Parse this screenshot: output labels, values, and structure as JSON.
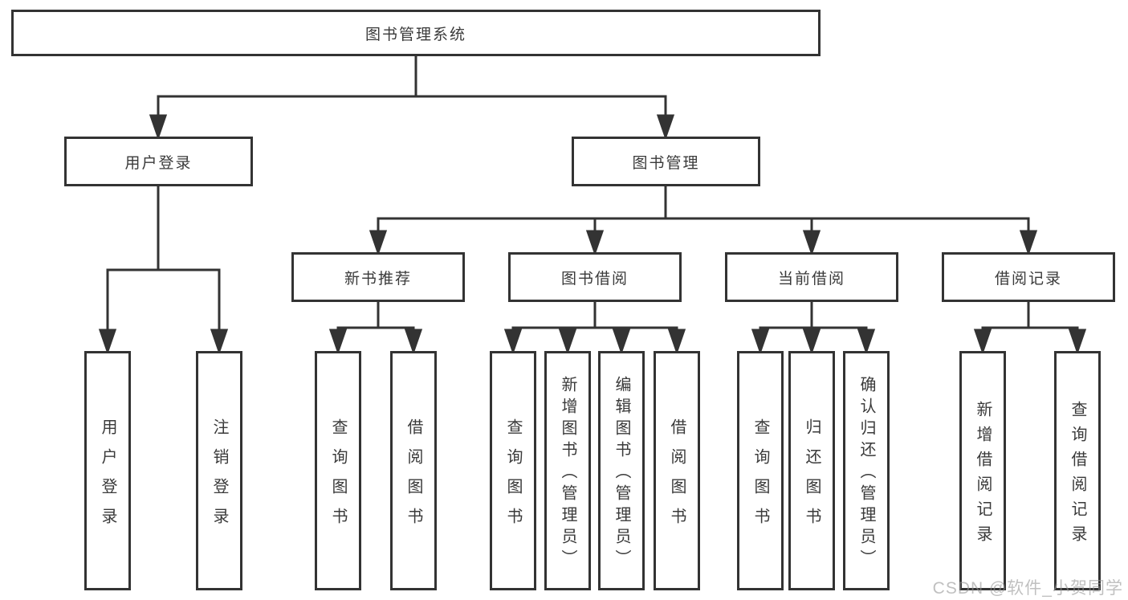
{
  "diagram": {
    "root": "图书管理系统",
    "level2": {
      "login": "用户登录",
      "manage": "图书管理"
    },
    "level3": [
      "新书推荐",
      "图书借阅",
      "当前借阅",
      "借阅记录"
    ],
    "leaves": {
      "login_children": [
        "用户登录",
        "注销登录"
      ],
      "new_book_children": [
        "查询图书",
        "借阅图书"
      ],
      "borrow_children": [
        "查询图书",
        "新增图书（管理员）",
        "编辑图书（管理员）",
        "借阅图书"
      ],
      "current_children": [
        "查询图书",
        "归还图书",
        "确认归还（管理员）"
      ],
      "record_children": [
        "新增借阅记录",
        "查询借阅记录"
      ]
    }
  },
  "watermark": "CSDN @软件_小贺同学",
  "colors": {
    "line": "#333333",
    "box_border": "#333333",
    "text": "#3a3a3a",
    "background": "#ffffff",
    "watermark": "#bfbfbf"
  }
}
